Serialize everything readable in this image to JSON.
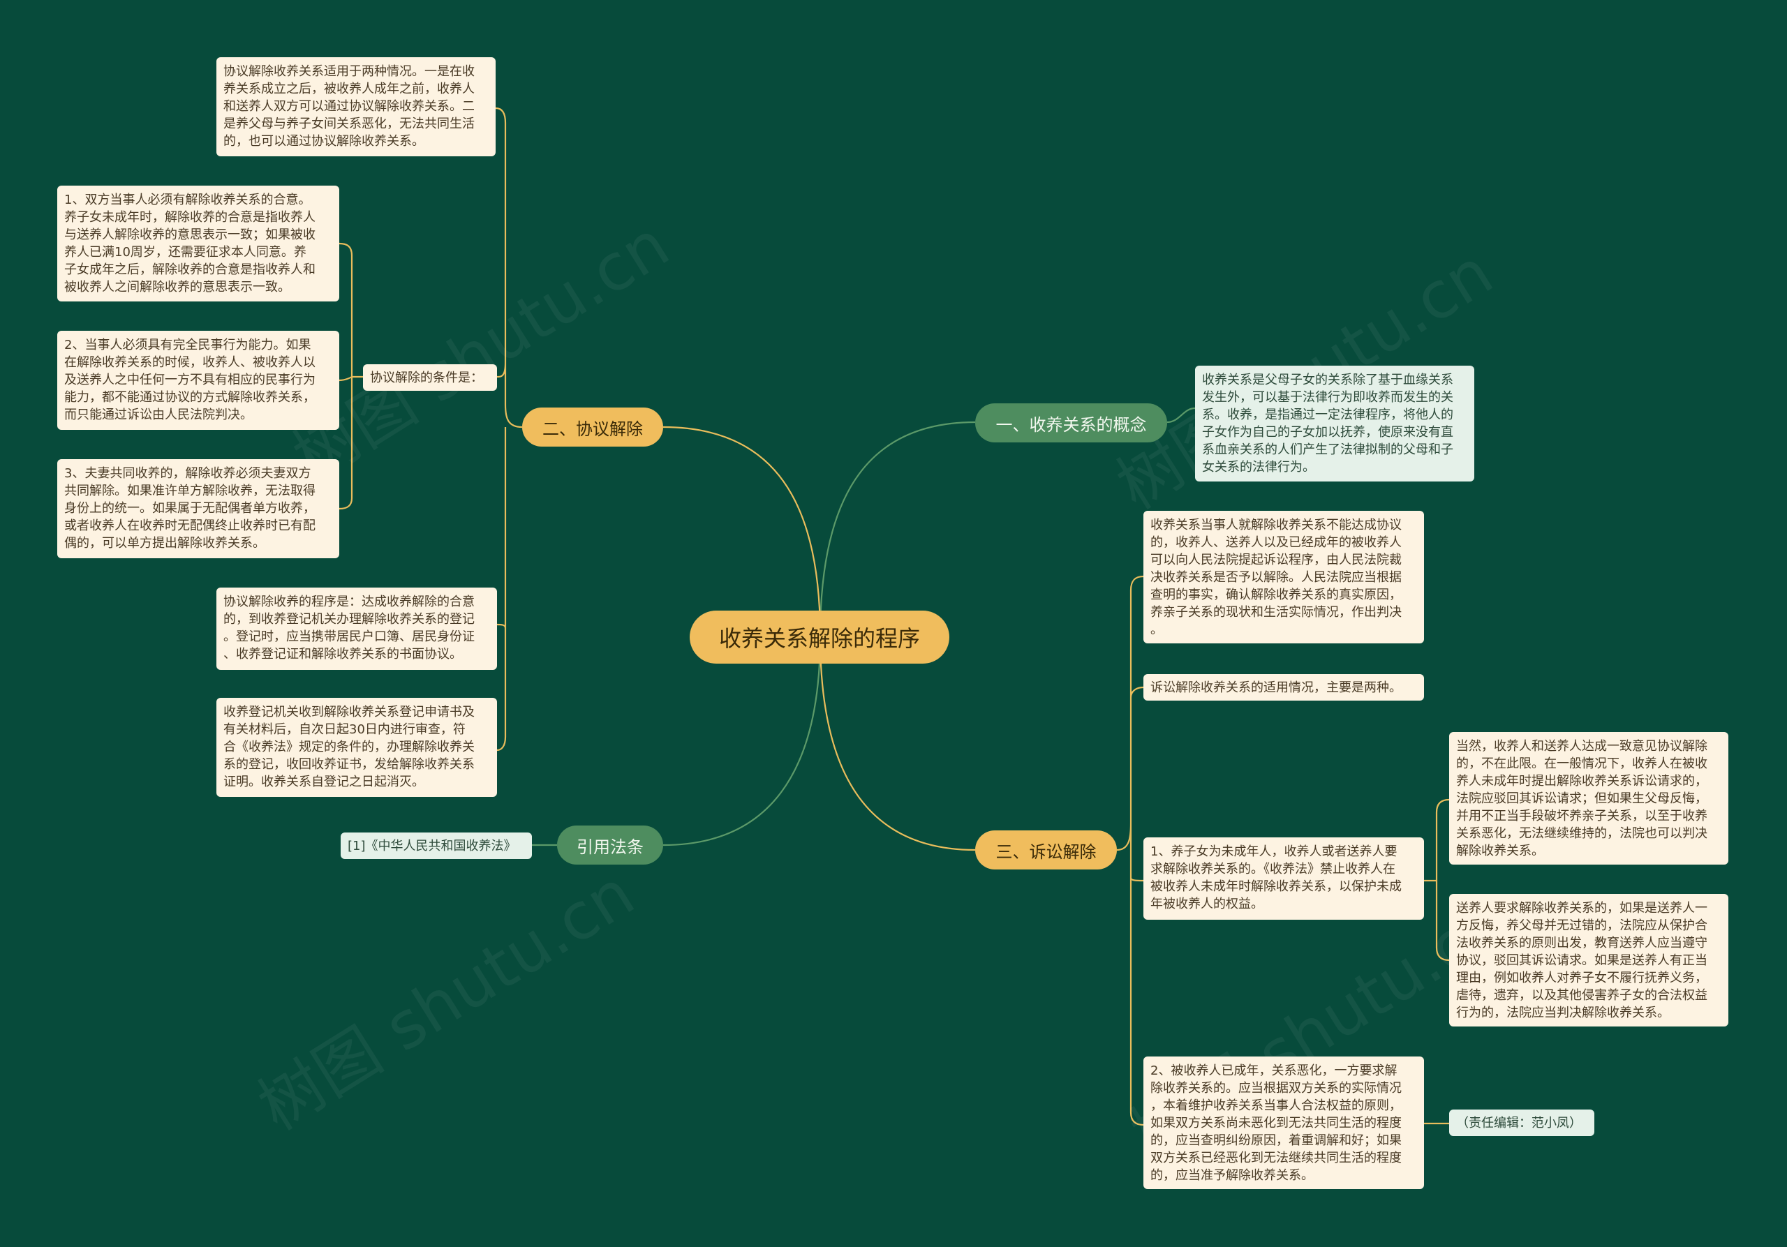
{
  "title": "收养关系解除的程序",
  "branches": {
    "b1": "一、收养关系的概念",
    "b2": "二、协议解除",
    "b3": "三、诉讼解除",
    "b4": "引用法条"
  },
  "nodes": {
    "concept": "收养关系是父母子女的关系除了基于血缘关系\n发生外，可以基于法律行为即收养而发生的关\n系。收养，是指通过一定法律程序，将他人的\n子女作为自己的子女加以抚养，使原来没有直\n系血亲关系的人们产生了法律拟制的父母和子\n女关系的法律行为。",
    "agree_intro": "协议解除收养关系适用于两种情况。一是在收\n养关系成立之后，被收养人成年之前，收养人\n和送养人双方可以通过协议解除收养关系。二\n是养父母与养子女间关系恶化，无法共同生活\n的，也可以通过协议解除收养关系。",
    "agree_cond_label": "协议解除的条件是：",
    "cond1": "1、双方当事人必须有解除收养关系的合意。\n养子女未成年时，解除收养的合意是指收养人\n与送养人解除收养的意思表示一致；如果被收\n养人已满10周岁，还需要征求本人同意。养\n子女成年之后，解除收养的合意是指收养人和\n被收养人之间解除收养的意思表示一致。",
    "cond2": "2、当事人必须具有完全民事行为能力。如果\n在解除收养关系的时候，收养人、被收养人以\n及送养人之中任何一方不具有相应的民事行为\n能力，都不能通过协议的方式解除收养关系，\n而只能通过诉讼由人民法院判决。",
    "cond3": "3、夫妻共同收养的，解除收养必须夫妻双方\n共同解除。如果准许单方解除收养，无法取得\n身份上的统一。如果属于无配偶者单方收养，\n或者收养人在收养时无配偶终止收养时已有配\n偶的，可以单方提出解除收养关系。",
    "agree_proc": "协议解除收养的程序是：达成收养解除的合意\n的，到收养登记机关办理解除收养关系的登记\n。登记时，应当携带居民户口簿、居民身份证\n、收养登记证和解除收养关系的书面协议。",
    "agree_reg": "收养登记机关收到解除收养关系登记申请书及\n有关材料后，自次日起30日内进行审查，符\n合《收养法》规定的条件的，办理解除收养关\n系的登记，收回收养证书，发给解除收养关系\n证明。收养关系自登记之日起消灭。",
    "law_ref": "[1]《中华人民共和国收养法》",
    "suit_intro": "收养关系当事人就解除收养关系不能达成协议\n的，收养人、送养人以及已经成年的被收养人\n可以向人民法院提起诉讼程序，由人民法院裁\n决收养关系是否予以解除。人民法院应当根据\n查明的事实，确认解除收养关系的真实原因，\n养亲子关系的现状和生活实际情况，作出判决\n。",
    "suit_cases": "诉讼解除收养关系的适用情况，主要是两种。",
    "suit_minor": "1、养子女为未成年人，收养人或者送养人要\n求解除收养关系的。《收养法》禁止收养人在\n被收养人未成年时解除收养关系，以保护未成\n年被收养人的权益。",
    "suit_minor_a": "当然，收养人和送养人达成一致意见协议解除\n的，不在此限。在一般情况下，收养人在被收\n养人未成年时提出解除收养关系诉讼请求的，\n法院应驳回其诉讼请求；但如果生父母反悔，\n并用不正当手段破坏养亲子关系，以至于收养\n关系恶化，无法继续维持的，法院也可以判决\n解除收养关系。",
    "suit_minor_b": "送养人要求解除收养关系的，如果是送养人一\n方反悔，养父母并无过错的，法院应从保护合\n法收养关系的原则出发，教育送养人应当遵守\n协议，驳回其诉讼请求。如果是送养人有正当\n理由，例如收养人对养子女不履行抚养义务，\n虐待，遗弃，以及其他侵害养子女的合法权益\n行为的，法院应当判决解除收养关系。",
    "suit_adult": "2、被收养人已成年，关系恶化，一方要求解\n除收养关系的。应当根据双方关系的实际情况\n，本着维护收养关系当事人合法权益的原则，\n如果双方关系尚未恶化到无法共同生活的程度\n的，应当查明纠纷原因，着重调解和好；如果\n双方关系已经恶化到无法继续共同生活的程度\n的，应当准予解除收养关系。",
    "editor": "（责任编辑：范小凤）"
  },
  "watermark": "树图 shutu.cn",
  "colors": {
    "background": "#074b3b",
    "root": "#f0bd5d",
    "yellow_branch": "#f0bd5d",
    "green_branch": "#4e8d5f",
    "leaf": "#fdf3e2",
    "mint_leaf": "#e5f1e9",
    "yellow_line": "#e9bd5c",
    "green_line": "#5c9a69"
  }
}
